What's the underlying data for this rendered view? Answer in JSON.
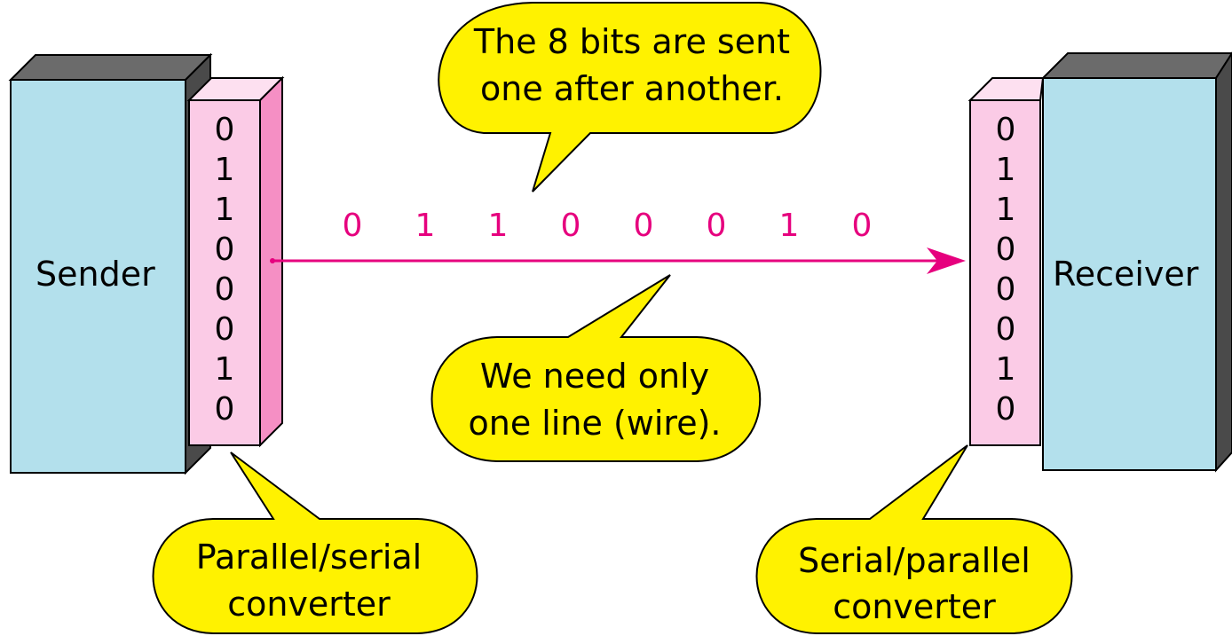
{
  "sender": {
    "label": "Sender"
  },
  "receiver": {
    "label": "Receiver"
  },
  "sender_register": {
    "bits": [
      "0",
      "1",
      "1",
      "0",
      "0",
      "0",
      "1",
      "0"
    ]
  },
  "receiver_register": {
    "bits": [
      "0",
      "1",
      "1",
      "0",
      "0",
      "0",
      "1",
      "0"
    ]
  },
  "wire": {
    "bits": [
      "0",
      "1",
      "1",
      "0",
      "0",
      "0",
      "1",
      "0"
    ]
  },
  "callouts": {
    "top": {
      "line1": "The 8 bits are sent",
      "line2": "one after another."
    },
    "middle": {
      "line1": "We need only",
      "line2": "one line (wire)."
    },
    "left": {
      "line1": "Parallel/serial",
      "line2": "converter"
    },
    "right": {
      "line1": "Serial/parallel",
      "line2": "converter"
    }
  },
  "colors": {
    "box_face": "#b3e0ec",
    "box_top": "#6b6b6b",
    "box_side": "#4a4a4a",
    "register_face": "#fbcbe6",
    "register_side": "#f58fc4",
    "register_top": "#fde0f0",
    "wire": "#e6007e",
    "callout_fill": "#fff200"
  }
}
